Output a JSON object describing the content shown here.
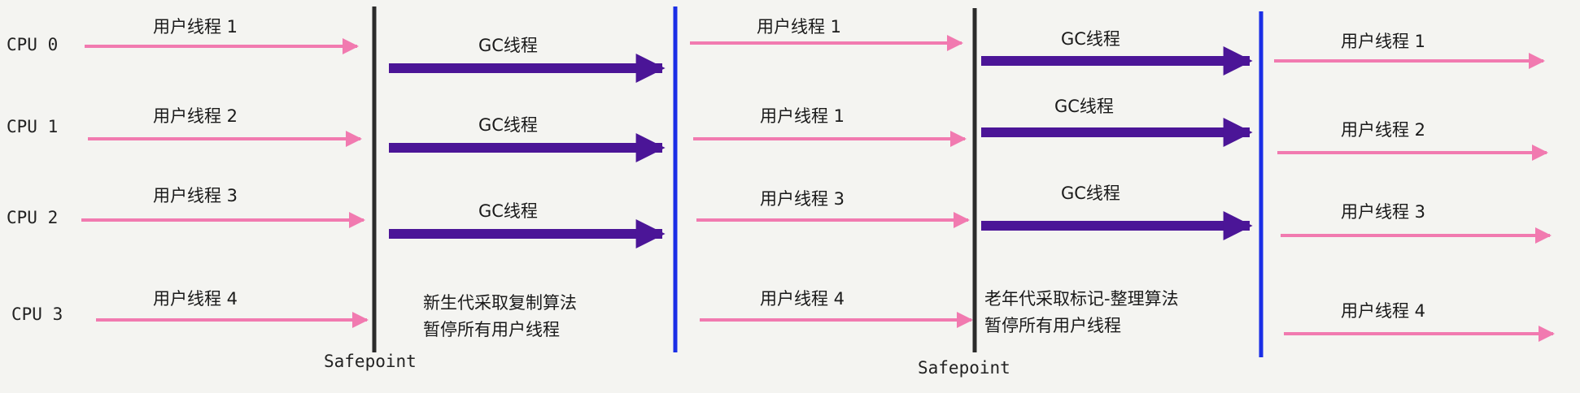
{
  "colors": {
    "background": "#f4f4f1",
    "user_arrow": "#f17ab0",
    "gc_arrow": "#4b1597",
    "safepoint_line": "#2b2b2b",
    "phase_end_line": "#1a2ee6",
    "text": "#1a1a1a"
  },
  "cpus": [
    "CPU 0",
    "CPU 1",
    "CPU 2",
    "CPU 3"
  ],
  "phases": {
    "user_phase_1": [
      "用户线程 1",
      "用户线程 2",
      "用户线程 3",
      "用户线程 4"
    ],
    "gc_phase_1": [
      "GC线程",
      "GC线程",
      "GC线程"
    ],
    "user_phase_2": [
      "用户线程 1",
      "用户线程 1",
      "用户线程 3",
      "用户线程 4"
    ],
    "gc_phase_2": [
      "GC线程",
      "GC线程",
      "GC线程"
    ],
    "user_phase_3": [
      "用户线程 1",
      "用户线程 2",
      "用户线程 3",
      "用户线程 4"
    ]
  },
  "notes": {
    "young_gen": [
      "新生代采取复制算法",
      "暂停所有用户线程"
    ],
    "old_gen": [
      "老年代采取标记-整理算法",
      "暂停所有用户线程"
    ]
  },
  "safepoint_labels": [
    "Safepoint",
    "Safepoint"
  ]
}
